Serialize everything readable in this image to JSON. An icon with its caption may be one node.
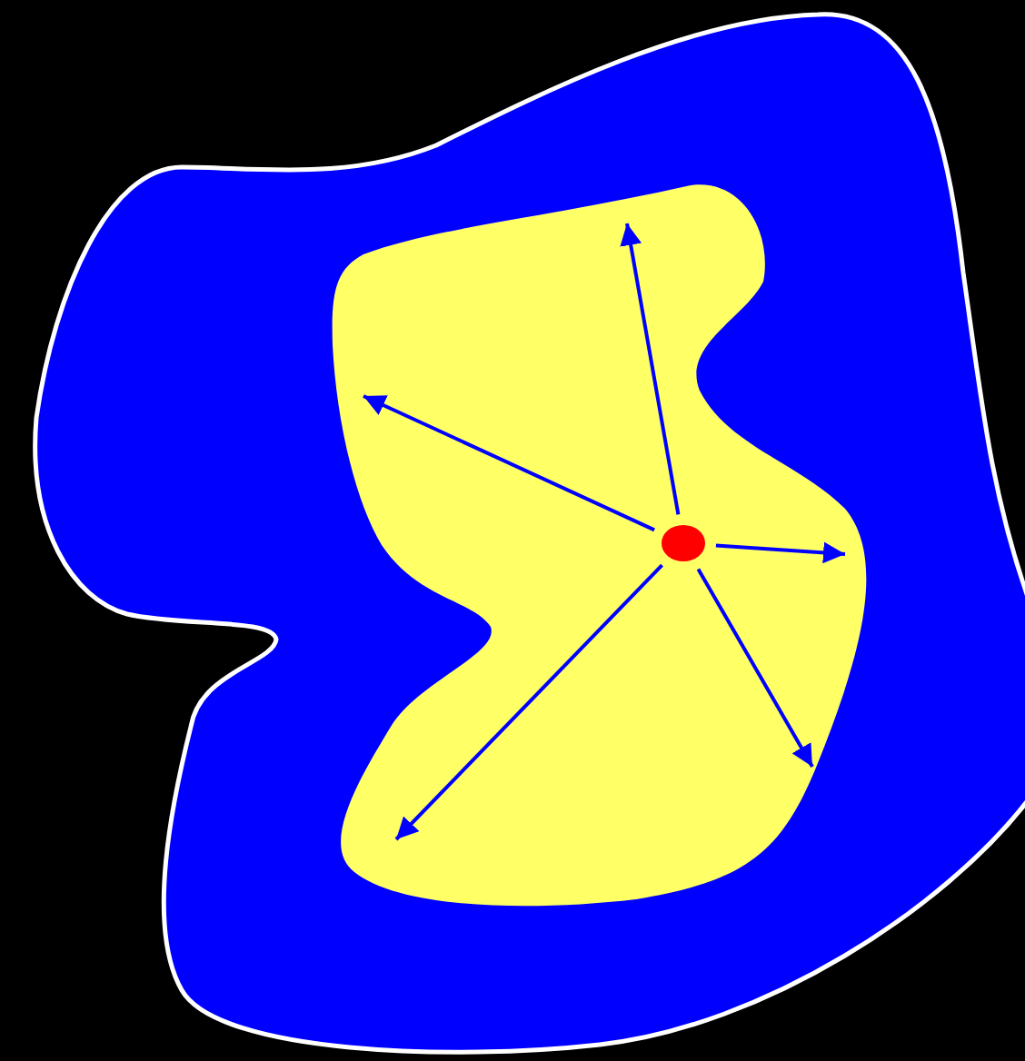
{
  "diagram": {
    "nodes": [
      {
        "text": [],
        "shape": "blob"
      },
      {
        "text": [],
        "shape": "blob",
        "in": 0
      },
      {
        "text": [],
        "shape": "circle",
        "in": 1
      }
    ],
    "edges": [
      {
        "from": 2,
        "to": null,
        "arrow": "to"
      },
      {
        "from": 2,
        "to": null,
        "arrow": "to"
      },
      {
        "from": 2,
        "to": null,
        "arrow": "to"
      },
      {
        "from": 2,
        "to": null,
        "arrow": "to"
      },
      {
        "from": 2,
        "to": null,
        "arrow": "to"
      }
    ]
  }
}
